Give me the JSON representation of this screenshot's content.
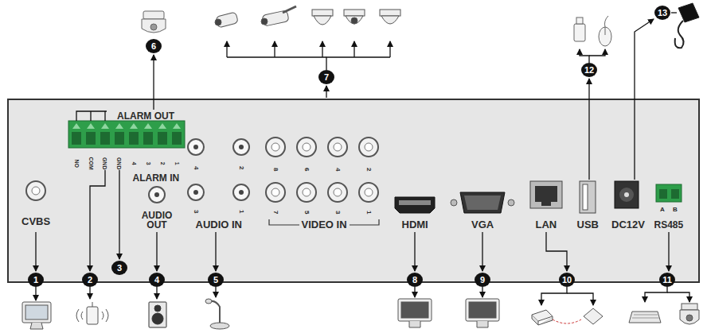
{
  "diagram": {
    "nodes": [
      {
        "text": [
          "6"
        ]
      },
      {
        "text": [
          "7"
        ]
      },
      {
        "text": [
          "12"
        ]
      },
      {
        "text": [
          "13"
        ]
      },
      {
        "text": [
          "1"
        ]
      },
      {
        "text": [
          "2"
        ]
      },
      {
        "text": [
          "3"
        ]
      },
      {
        "text": [
          "4"
        ]
      },
      {
        "text": [
          "5"
        ]
      },
      {
        "text": [
          "8"
        ]
      },
      {
        "text": [
          "9"
        ]
      },
      {
        "text": [
          "10"
        ]
      },
      {
        "text": [
          "11"
        ]
      }
    ],
    "labels": [
      "ALARM OUT",
      "NO",
      "COM",
      "GND",
      "GND",
      "4",
      "3",
      "2",
      "1",
      "ALARM IN",
      "CVBS",
      "AUDIO OUT",
      "4",
      "2",
      "3",
      "1",
      "AUDIO IN",
      "8",
      "6",
      "4",
      "2",
      "7",
      "5",
      "3",
      "1",
      "VIDEO IN",
      "HDMI",
      "VGA",
      "LAN",
      "USB",
      "DC12V",
      "A",
      "B",
      "RS485"
    ]
  }
}
